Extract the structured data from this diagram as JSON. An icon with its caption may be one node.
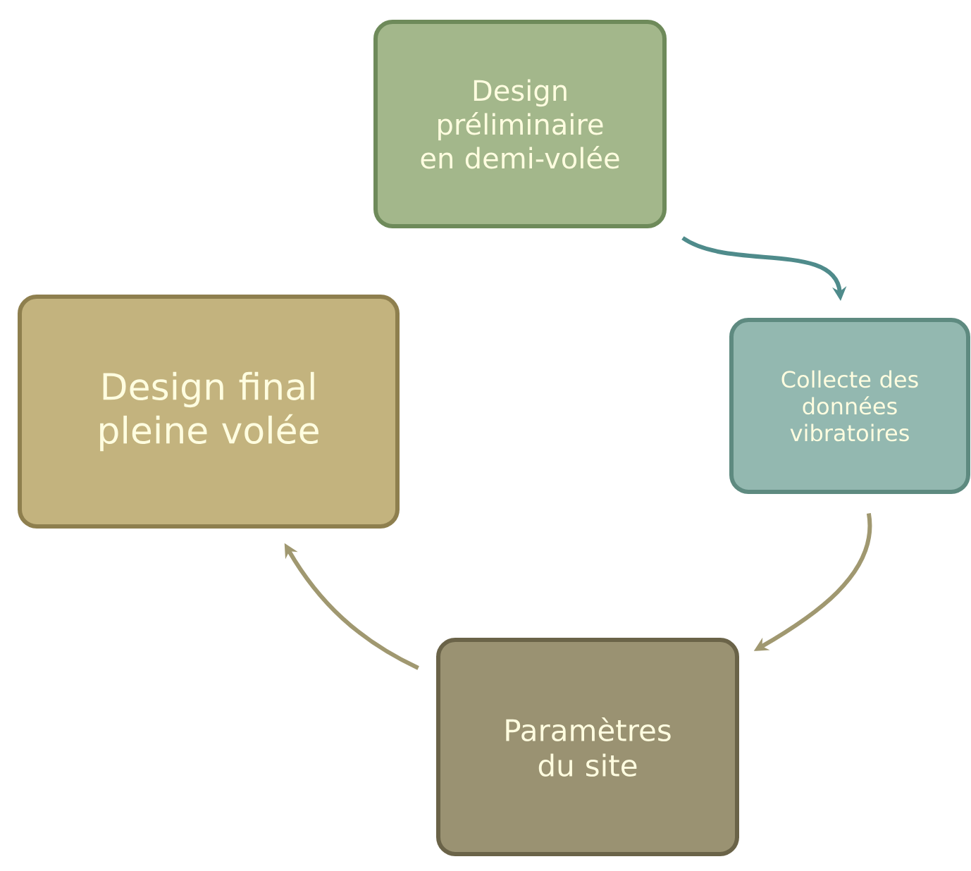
{
  "diagram": {
    "nodes": [
      {
        "text": [
          "Design préliminaire en demi-volée"
        ]
      },
      {
        "text": [
          "Collecte des données vibratoires"
        ]
      },
      {
        "text": [
          "Paramètres du site"
        ]
      },
      {
        "text": [
          "Design final pleine volée"
        ]
      }
    ],
    "edges": [
      {
        "from": 0,
        "to": 1,
        "arrow": "to",
        "color": "#4f8b8b"
      },
      {
        "from": 1,
        "to": 2,
        "arrow": "to"
      },
      {
        "from": 2,
        "to": 3,
        "arrow": "to"
      }
    ]
  }
}
